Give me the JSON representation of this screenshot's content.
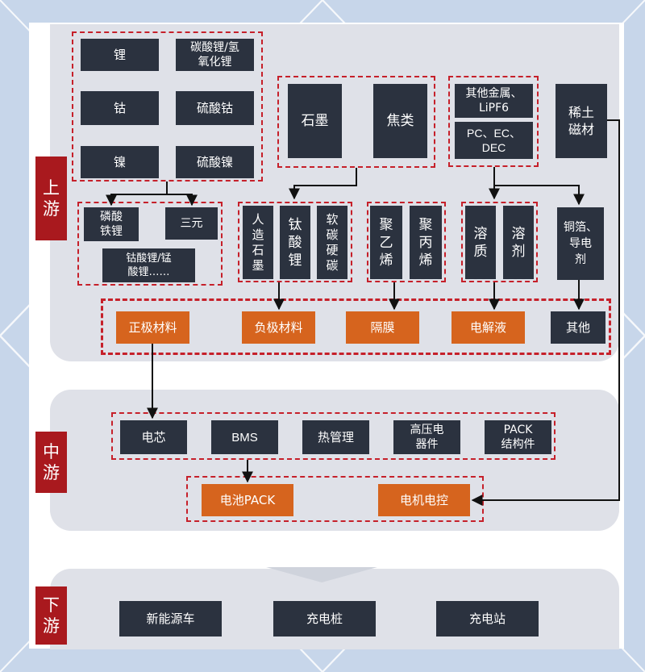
{
  "colors": {
    "background": "#c7d6ea",
    "panel": "#dfe1e8",
    "dark_box": "#2b323f",
    "orange_box": "#d6641e",
    "stage_label": "#a9191e",
    "dashed_border": "#c6202a",
    "arrow": "#111111"
  },
  "stages": {
    "upstream": "上\n游",
    "midstream": "中\n游",
    "downstream": "下\n游"
  },
  "upstream": {
    "raw": {
      "lithium": "锂",
      "lithium_carbonate": "碳酸锂/氢\n氧化锂",
      "cobalt": "钴",
      "cobalt_sulfate": "硫酸钴",
      "nickel": "镍",
      "nickel_sulfate": "硫酸镍",
      "graphite": "石墨",
      "coke": "焦类",
      "other_metals": "其他金属、\nLiPF6",
      "solvents": "PC、EC、\nDEC",
      "rare_earth": "稀土\n磁材"
    },
    "intermediate": {
      "lfp": "磷酸\n铁锂",
      "ternary": "三元",
      "lco_lmo": "钴酸锂/锰\n酸锂……",
      "artificial_graphite": "人\n造\n石\n墨",
      "lithium_titanate": "钛\n酸\n锂",
      "soft_hard_carbon": "软\n碳\n硬\n碳",
      "polyethylene": "聚\n乙\n烯",
      "polypropylene": "聚\n丙\n烯",
      "solute": "溶\n质",
      "solvent": "溶\n剂",
      "copper_foil": "铜箔、\n导电\n剂"
    },
    "materials": {
      "cathode": "正极材料",
      "anode": "负极材料",
      "separator": "隔膜",
      "electrolyte": "电解液",
      "other": "其他"
    }
  },
  "midstream": {
    "components": {
      "cell": "电芯",
      "bms": "BMS",
      "thermal": "热管理",
      "hv_device": "高压电\n器件",
      "pack_structure": "PACK\n结构件"
    },
    "systems": {
      "battery_pack": "电池PACK",
      "motor_control": "电机电控"
    }
  },
  "downstream": {
    "nev": "新能源车",
    "charging_pile": "充电桩",
    "charging_station": "充电站"
  }
}
